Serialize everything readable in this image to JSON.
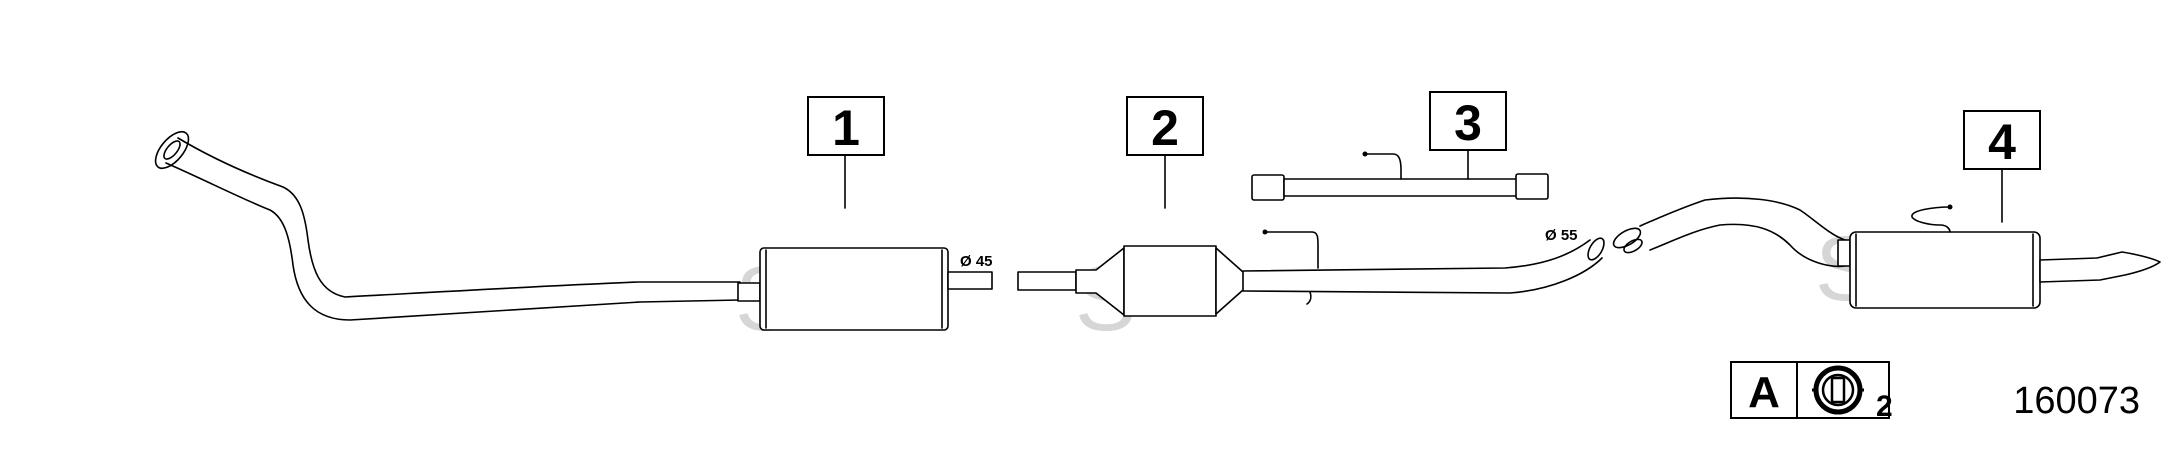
{
  "parts": [
    {
      "label": "1"
    },
    {
      "label": "2"
    },
    {
      "label": "3"
    },
    {
      "label": "4"
    }
  ],
  "dimensions": {
    "d45": "Ø 45",
    "d55": "Ø 55"
  },
  "hanger_legend": {
    "letter": "A",
    "count": "2",
    "icon": "rubber-hanger-icon"
  },
  "reference_number": "160073",
  "watermark": "S"
}
